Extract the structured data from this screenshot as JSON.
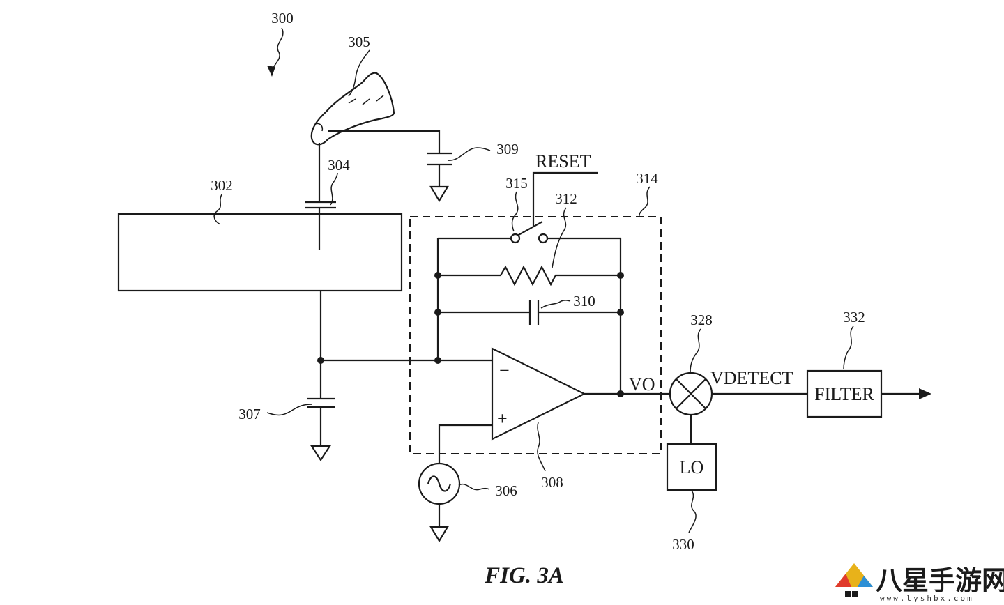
{
  "labels": {
    "system": "300",
    "sensor_panel": "302",
    "electrode_cap": "304",
    "finger": "305",
    "ac_source": "306",
    "parasitic_cap": "307",
    "amplifier": "308",
    "finger_cap": "309",
    "feedback_cap": "310",
    "feedback_resistor": "312",
    "sense_block": "314",
    "reset_switch": "315",
    "mixer": "328",
    "local_osc": "330",
    "filter": "332"
  },
  "signals": {
    "reset": "RESET",
    "vo": "VO",
    "vdetect": "VDETECT"
  },
  "blocks": {
    "filter_text": "FILTER",
    "lo_text": "LO"
  },
  "opamp": {
    "minus": "−",
    "plus": "+"
  },
  "caption": "FIG. 3A",
  "watermark": {
    "text": "八星手游网",
    "url": "www.lyshbx.com"
  }
}
